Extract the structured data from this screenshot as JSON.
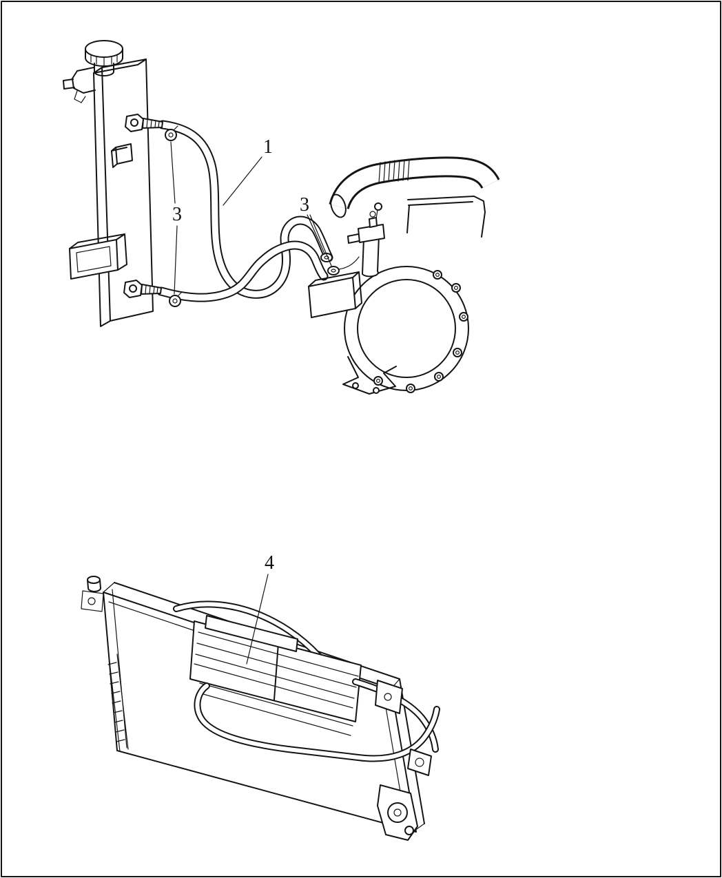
{
  "figure": {
    "background_color": "#ffffff",
    "line_color": "#141414",
    "callouts": {
      "hose_assembly": "1",
      "clips_left": "3",
      "clips_right": "3",
      "aux_cooler": "4"
    }
  }
}
